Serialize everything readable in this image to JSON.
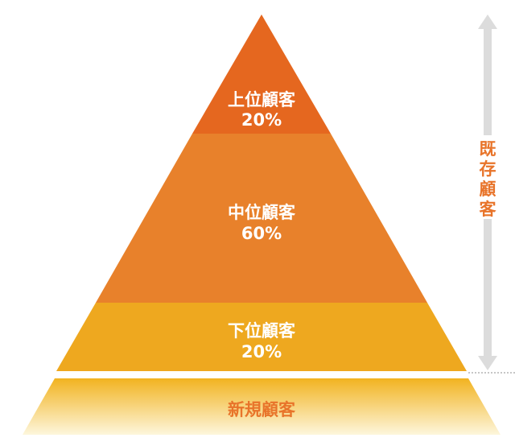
{
  "pyramid": {
    "tiers": [
      {
        "name": "上位顧客",
        "share": "20%",
        "color": "#e5671f"
      },
      {
        "name": "中位顧客",
        "share": "60%",
        "color": "#e8812b"
      },
      {
        "name": "下位顧客",
        "share": "20%",
        "color": "#eea81f"
      }
    ],
    "new_customers": {
      "name": "新規顧客",
      "color_top": "#f2b320",
      "color_bottom": "#fdf6dc",
      "text_color": "#e8742a"
    }
  },
  "existing_customers": {
    "chars": [
      "既",
      "存",
      "顧",
      "客"
    ],
    "arrow_color": "#dcdcdc",
    "text_color": "#e8742a"
  }
}
